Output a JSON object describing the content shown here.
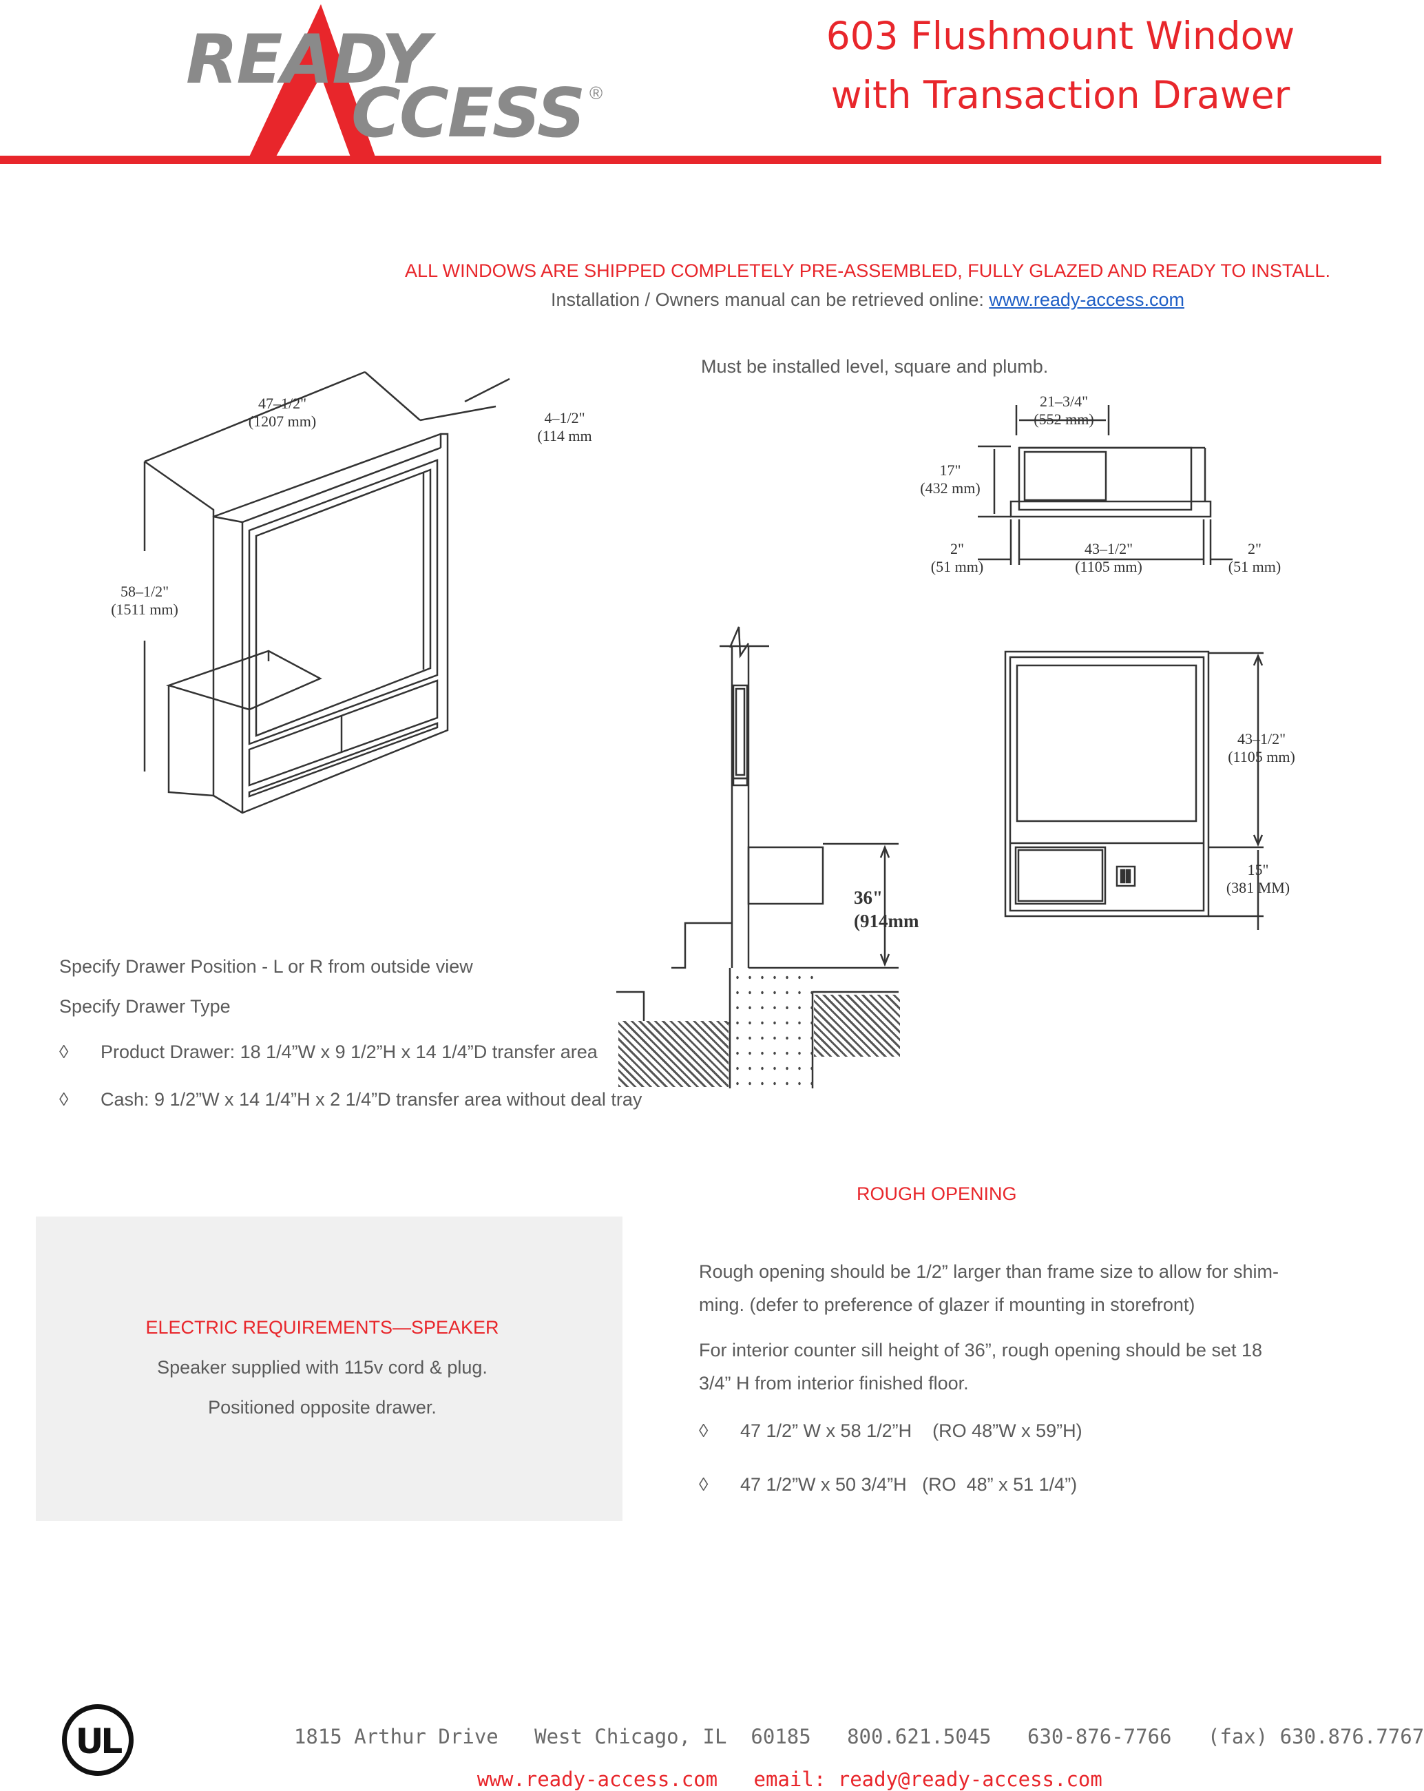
{
  "brand": {
    "logo_top": "READY",
    "logo_bottom": "CCESS",
    "registered": "®",
    "logo_color": "#8a8a8a",
    "accent_color": "#e8262b"
  },
  "title": {
    "line1": "603 Flushmount Window",
    "line2": "with Transaction Drawer"
  },
  "notice": {
    "shipping": "ALL WINDOWS ARE SHIPPED COMPLETELY PRE-ASSEMBLED, FULLY GLAZED AND READY TO INSTALL.",
    "manual_prefix": "Installation / Owners manual can be retrieved online: ",
    "manual_link": "www.ready-access.com",
    "install_note": "Must be installed level, square and plumb."
  },
  "iso_view": {
    "width_in": "47–1/2\"",
    "width_mm": "(1207 mm)",
    "depth_in": "4–1/2\"",
    "depth_mm": "(114 mm",
    "height_in": "58–1/2\"",
    "height_mm": "(1511 mm)"
  },
  "top_view": {
    "w_in": "21–3/4\"",
    "w_mm": "(552 mm)",
    "h_in": "17\"",
    "h_mm": "(432 mm)",
    "left_in": "2\"",
    "left_mm": "(51 mm)",
    "mid_in": "43–1/2\"",
    "mid_mm": "(1105 mm)",
    "right_in": "2\"",
    "right_mm": "(51 mm)"
  },
  "section_view": {
    "sill_in": "36\"",
    "sill_mm": "(914mm"
  },
  "front_view": {
    "upper_in": "43–1/2\"",
    "upper_mm": "(1105 mm)",
    "lower_in": "15\"",
    "lower_mm": "(381 MM)"
  },
  "drawer_spec": {
    "position": "Specify Drawer Position - L or R from outside view",
    "type": "Specify Drawer Type",
    "bullet": "◊",
    "items": [
      "Product Drawer: 18 1/4”W x 9 1/2”H x 14 1/4”D transfer area",
      "Cash:  9 1/2”W x 14 1/4”H x 2 1/4”D transfer area without deal tray"
    ]
  },
  "rough_opening": {
    "heading": "ROUGH OPENING",
    "para1_l1": "Rough opening should be 1/2” larger than frame size to allow for shim-",
    "para1_l2": "ming. (defer to preference of glazer if mounting in storefront)",
    "para2_l1": "For interior counter sill height of 36”, rough opening should be set 18",
    "para2_l2": "3/4” H from interior finished floor.",
    "items": [
      "47 1/2” W x 58 1/2”H    (RO 48”W x 59”H)",
      "47 1/2”W x 50 3/4”H   (RO  48” x 51 1/4”)"
    ]
  },
  "electric": {
    "heading": "ELECTRIC REQUIREMENTS—SPEAKER",
    "line1": "Speaker supplied with 115v cord & plug.",
    "line2": "Positioned opposite drawer."
  },
  "footer": {
    "address": "1815 Arthur Drive",
    "city": "West Chicago, IL  60185",
    "phone1": "800.621.5045",
    "phone2": "630-876-7766",
    "fax": "(fax) 630.876.7767",
    "website": "www.ready-access.com",
    "email": "email: ready@ready-access.com",
    "cert_logo": "UL"
  }
}
